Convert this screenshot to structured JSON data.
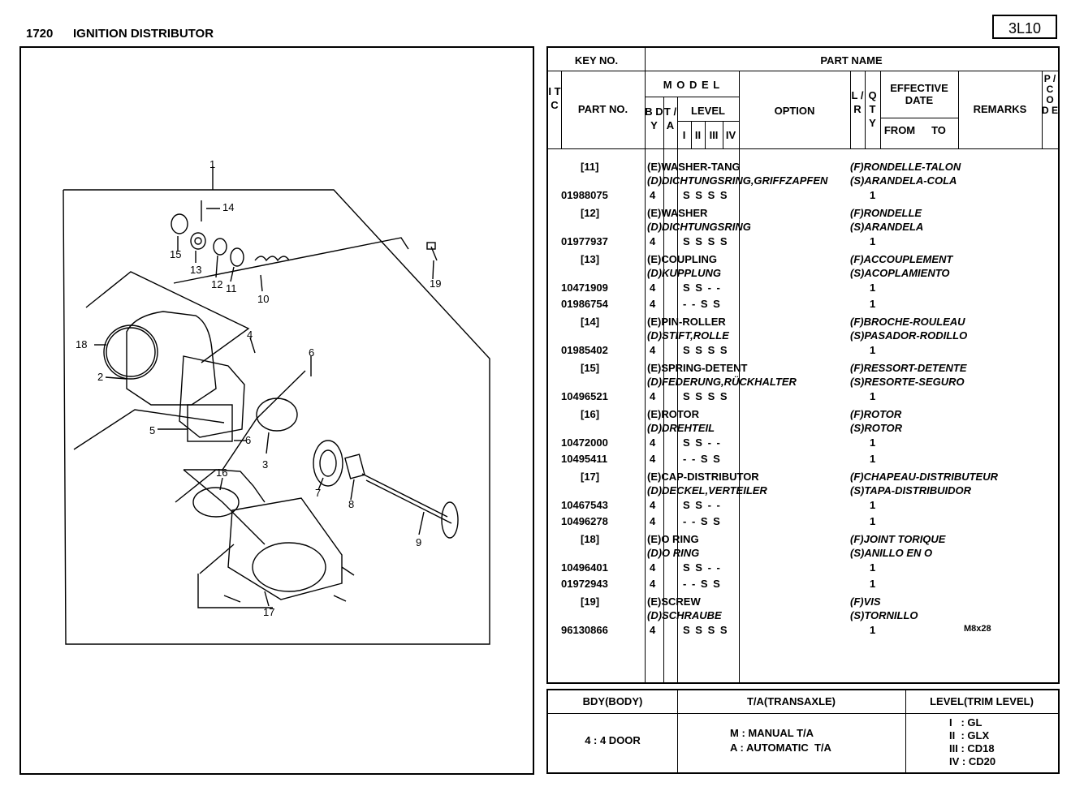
{
  "header": {
    "number": "1720",
    "title": "IGNITION DISTRIBUTOR",
    "page_code": "3L10"
  },
  "table_headers": {
    "key_no": "KEY NO.",
    "part_name": "PART NAME",
    "itc": "I T C",
    "part_no": "PART NO.",
    "model": "M O D E L",
    "bdy": "B D Y",
    "ta": "T / A",
    "level": "LEVEL",
    "lv1": "I",
    "lv2": "II",
    "lv3": "III",
    "lv4": "IV",
    "option": "OPTION",
    "lr": "L / R",
    "qty": "Q T Y",
    "effective_date": "EFFECTIVE DATE",
    "from": "FROM",
    "to": "TO",
    "remarks": "REMARKS",
    "pcode": "P / C O D E"
  },
  "rows": [
    {
      "key": "[11]",
      "en": "(E)WASHER-TANG",
      "de": "(D)DICHTUNGSRING,GRIFFZAPFEN",
      "fr": "(F)RONDELLE-TALON",
      "es": "(S)ARANDELA-COLA",
      "parts": [
        {
          "no": "01988075",
          "bdy": "4",
          "lv": "S S S S",
          "qty": "1",
          "rem": ""
        }
      ]
    },
    {
      "key": "[12]",
      "en": "(E)WASHER",
      "de": "(D)DICHTUNGSRING",
      "fr": "(F)RONDELLE",
      "es": "(S)ARANDELA",
      "parts": [
        {
          "no": "01977937",
          "bdy": "4",
          "lv": "S S S S",
          "qty": "1",
          "rem": ""
        }
      ]
    },
    {
      "key": "[13]",
      "en": "(E)COUPLING",
      "de": "(D)KUPPLUNG",
      "fr": "(F)ACCOUPLEMENT",
      "es": "(S)ACOPLAMIENTO",
      "parts": [
        {
          "no": "10471909",
          "bdy": "4",
          "lv": "S S - -",
          "qty": "1",
          "rem": ""
        },
        {
          "no": "01986754",
          "bdy": "4",
          "lv": "- - S S",
          "qty": "1",
          "rem": ""
        }
      ]
    },
    {
      "key": "[14]",
      "en": "(E)PIN-ROLLER",
      "de": "(D)STIFT,ROLLE",
      "fr": "(F)BROCHE-ROULEAU",
      "es": "(S)PASADOR-RODILLO",
      "parts": [
        {
          "no": "01985402",
          "bdy": "4",
          "lv": "S S S S",
          "qty": "1",
          "rem": ""
        }
      ]
    },
    {
      "key": "[15]",
      "en": "(E)SPRING-DETENT",
      "de": "(D)FEDERUNG,RÜCKHALTER",
      "fr": "(F)RESSORT-DETENTE",
      "es": "(S)RESORTE-SEGURO",
      "parts": [
        {
          "no": "10496521",
          "bdy": "4",
          "lv": "S S S S",
          "qty": "1",
          "rem": ""
        }
      ]
    },
    {
      "key": "[16]",
      "en": "(E)ROTOR",
      "de": "(D)DREHTEIL",
      "fr": "(F)ROTOR",
      "es": "(S)ROTOR",
      "parts": [
        {
          "no": "10472000",
          "bdy": "4",
          "lv": "S S - -",
          "qty": "1",
          "rem": ""
        },
        {
          "no": "10495411",
          "bdy": "4",
          "lv": "- - S S",
          "qty": "1",
          "rem": ""
        }
      ]
    },
    {
      "key": "[17]",
      "en": "(E)CAP-DISTRIBUTOR",
      "de": "(D)DECKEL,VERTEILER",
      "fr": "(F)CHAPEAU-DISTRIBUTEUR",
      "es": "(S)TAPA-DISTRIBUIDOR",
      "parts": [
        {
          "no": "10467543",
          "bdy": "4",
          "lv": "S S - -",
          "qty": "1",
          "rem": ""
        },
        {
          "no": "10496278",
          "bdy": "4",
          "lv": "- - S S",
          "qty": "1",
          "rem": ""
        }
      ]
    },
    {
      "key": "[18]",
      "en": "(E)O RING",
      "de": "(D)O RING",
      "fr": "(F)JOINT TORIQUE",
      "es": "(S)ANILLO EN O",
      "parts": [
        {
          "no": "10496401",
          "bdy": "4",
          "lv": "S S - -",
          "qty": "1",
          "rem": ""
        },
        {
          "no": "01972943",
          "bdy": "4",
          "lv": "- - S S",
          "qty": "1",
          "rem": ""
        }
      ]
    },
    {
      "key": "[19]",
      "en": "(E)SCREW",
      "de": "(D)SCHRAUBE",
      "fr": "(F)VIS",
      "es": "(S)TORNILLO",
      "parts": [
        {
          "no": "96130866",
          "bdy": "4",
          "lv": "S S S S",
          "qty": "1",
          "rem": "M8x28"
        }
      ]
    }
  ],
  "legend": {
    "bdy_title": "BDY(BODY)",
    "ta_title": "T/A(TRANSAXLE)",
    "level_title": "LEVEL(TRIM LEVEL)",
    "bdy_value": "4 : 4 DOOR",
    "ta_m": "M : MANUAL T/A",
    "ta_a": "A : AUTOMATIC  T/A",
    "levels": [
      "I   : GL",
      "II  : GLX",
      "III : CD18",
      "IV : CD20"
    ]
  },
  "diagram_labels": [
    "1",
    "2",
    "3",
    "4",
    "5",
    "6",
    "6",
    "7",
    "8",
    "9",
    "10",
    "11",
    "12",
    "13",
    "14",
    "15",
    "16",
    "17",
    "18",
    "19"
  ]
}
